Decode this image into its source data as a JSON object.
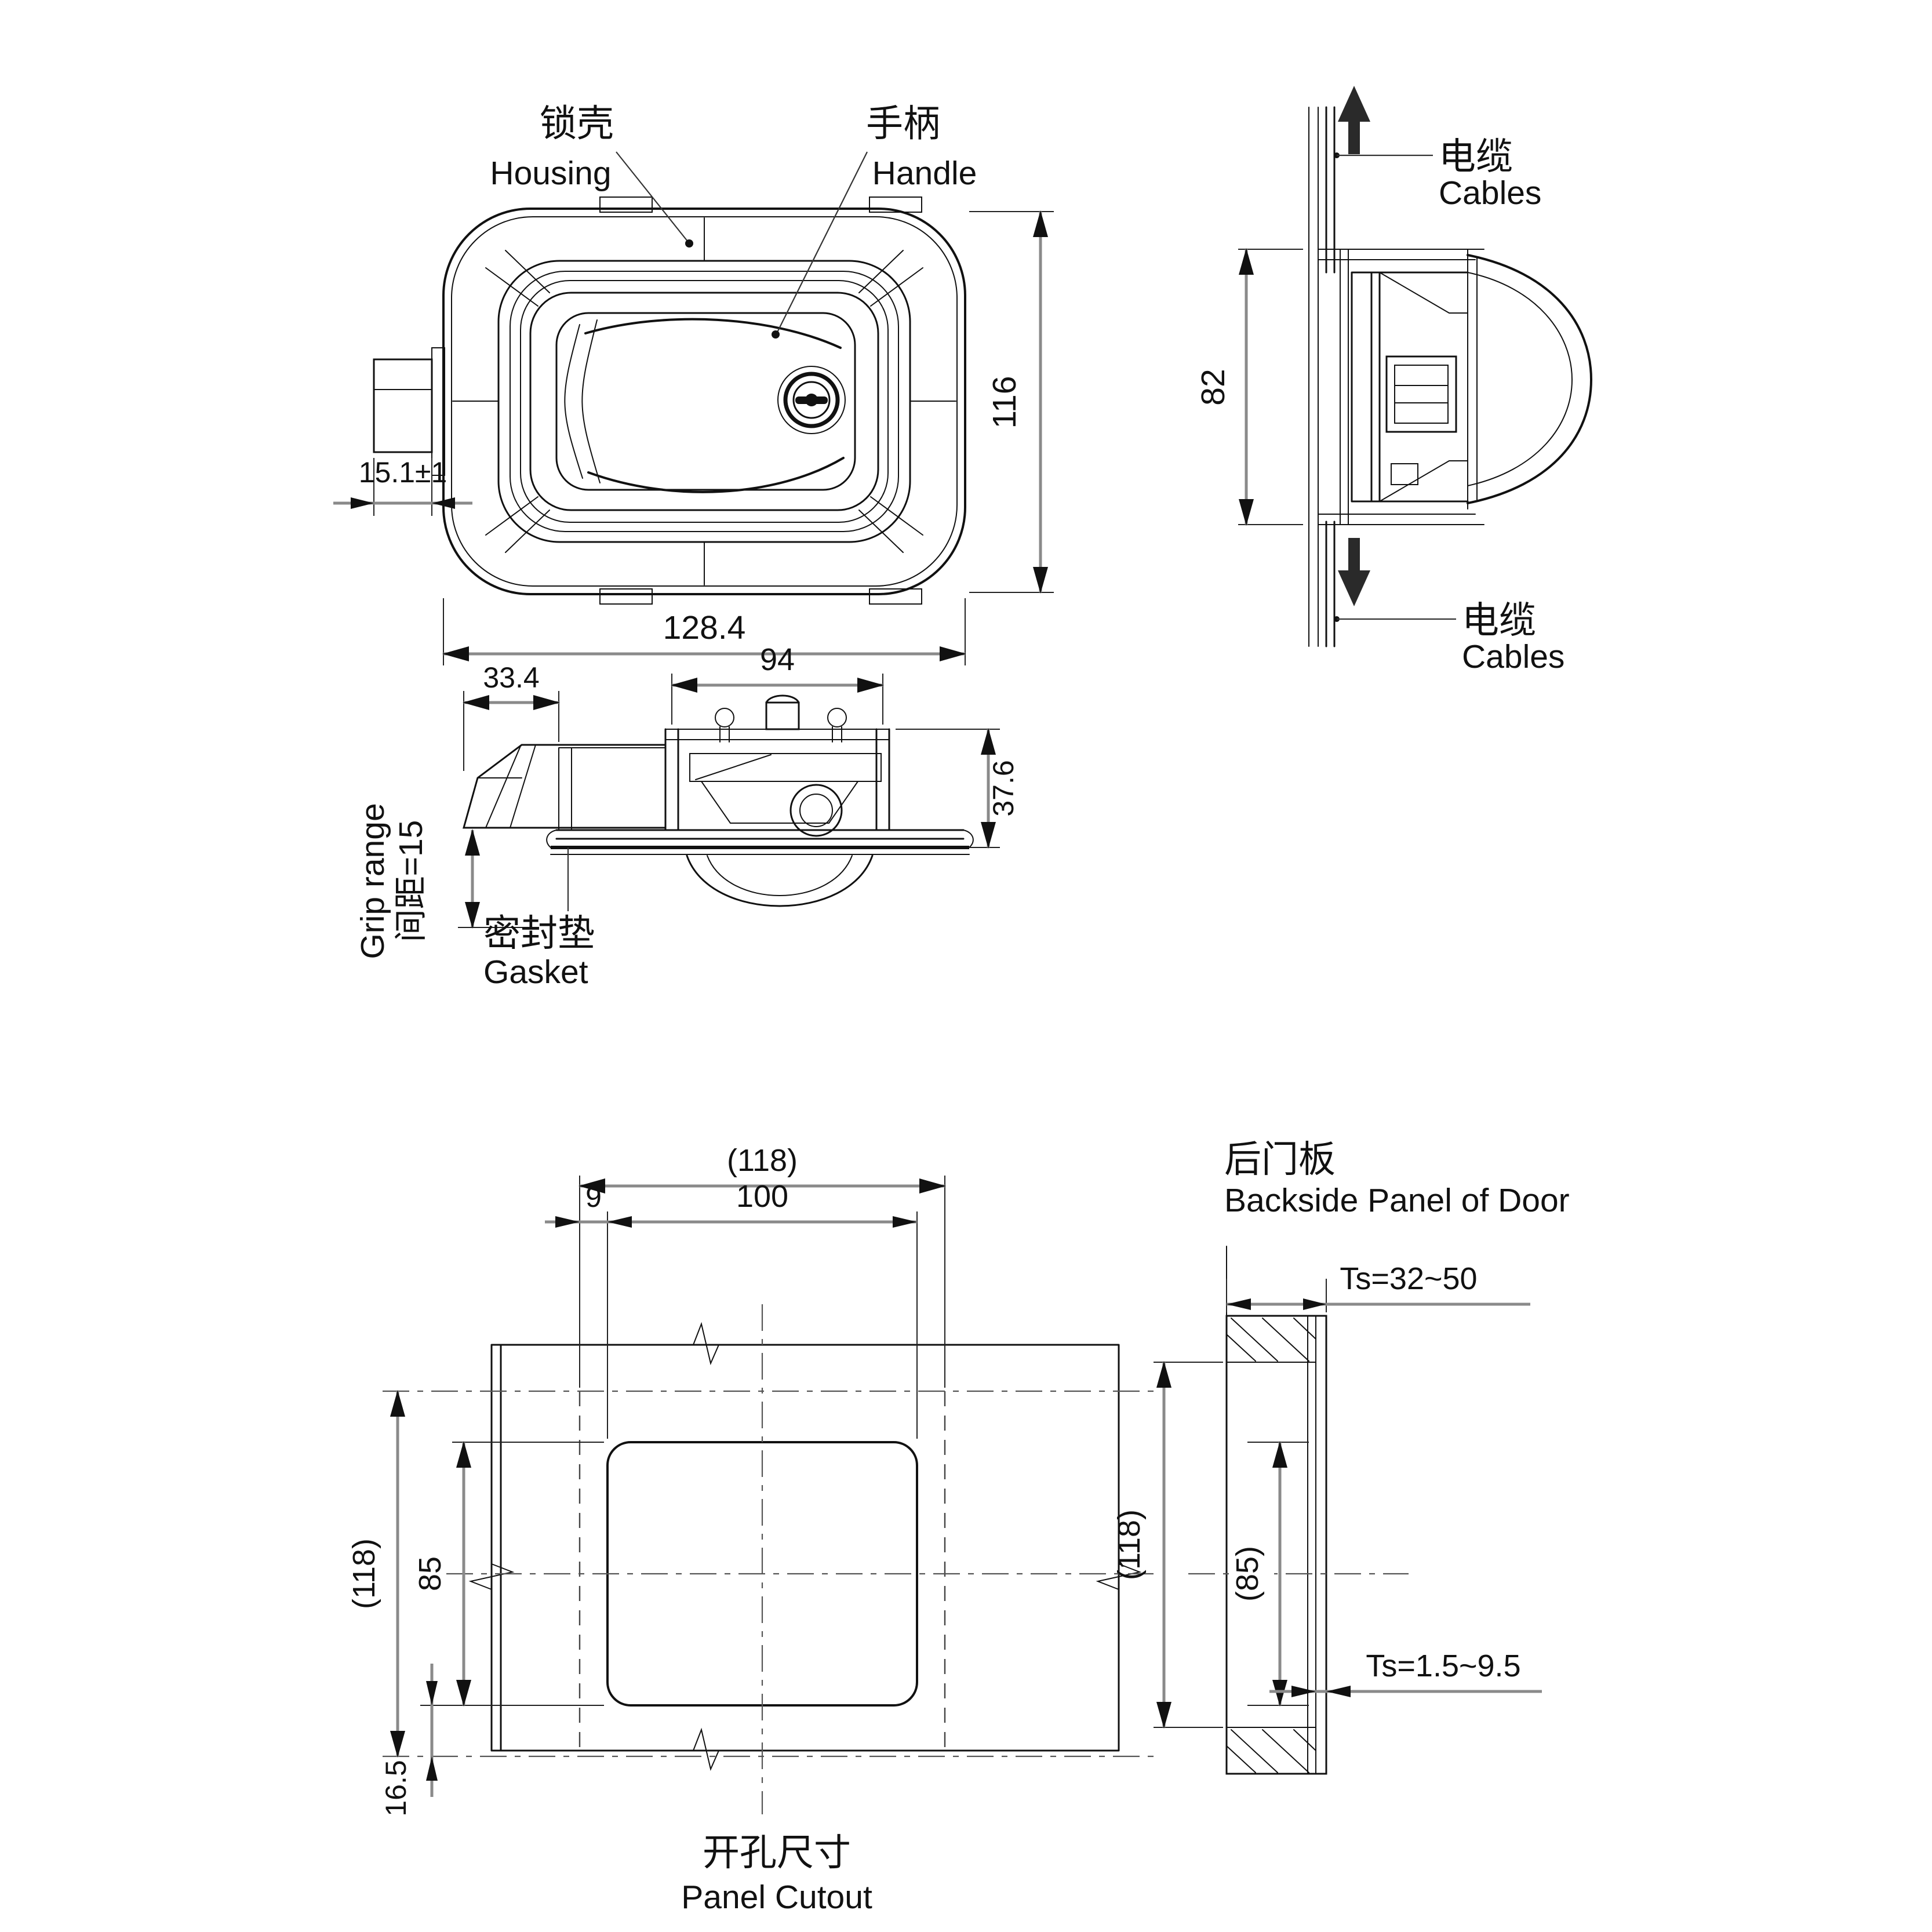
{
  "colors": {
    "background": "#ffffff",
    "line": "#111111",
    "dim_line": "#8a8a8a"
  },
  "front_view": {
    "housing_label_zh": "锁壳",
    "housing_label_en": "Housing",
    "handle_label_zh": "手柄",
    "handle_label_en": "Handle",
    "dim_height": "116",
    "dim_width": "128.4",
    "dim_latch_offset": "15.1±1"
  },
  "side_view": {
    "cables_top_zh": "电缆",
    "cables_top_en": "Cables",
    "cables_bottom_zh": "电缆",
    "cables_bottom_en": "Cables",
    "dim_height": "82"
  },
  "section_view": {
    "dim_arm_offset": "33.4",
    "dim_body_width": "94",
    "dim_depth": "37.6",
    "grip_range_line1": "Grip range",
    "grip_range_line2": "间距=15",
    "gasket_zh": "密封垫",
    "gasket_en": "Gasket"
  },
  "panel_cutout": {
    "dim_overall_width": "(118)",
    "dim_left_offset": "9",
    "dim_cutout_width": "100",
    "dim_overall_height": "(118)",
    "dim_cutout_height": "85",
    "dim_bottom_offset": "16.5",
    "caption_zh": "开孔尺寸",
    "caption_en": "Panel Cutout"
  },
  "backside_panel": {
    "title_zh": "后门板",
    "title_en": "Backside Panel of Door",
    "dim_door_thickness": "Ts=32~50",
    "dim_overall_height": "(118)",
    "dim_cutout_height": "(85)",
    "dim_sheet_thickness": "Ts=1.5~9.5"
  }
}
